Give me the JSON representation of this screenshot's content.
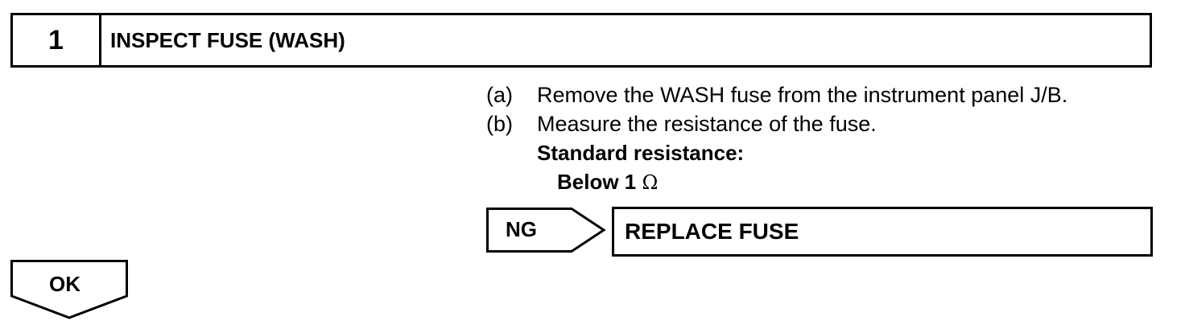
{
  "step": {
    "number": "1",
    "title": "INSPECT FUSE (WASH)"
  },
  "instructions": [
    {
      "marker": "(a)",
      "text": "Remove the WASH fuse from the instrument panel J/B."
    },
    {
      "marker": "(b)",
      "text": "Measure the resistance of the fuse."
    }
  ],
  "specification": {
    "title": "Standard resistance:",
    "value": "Below 1",
    "unit": "Ω"
  },
  "ng_branch": {
    "label": "NG",
    "action": "REPLACE FUSE"
  },
  "ok_branch": {
    "label": "OK"
  }
}
